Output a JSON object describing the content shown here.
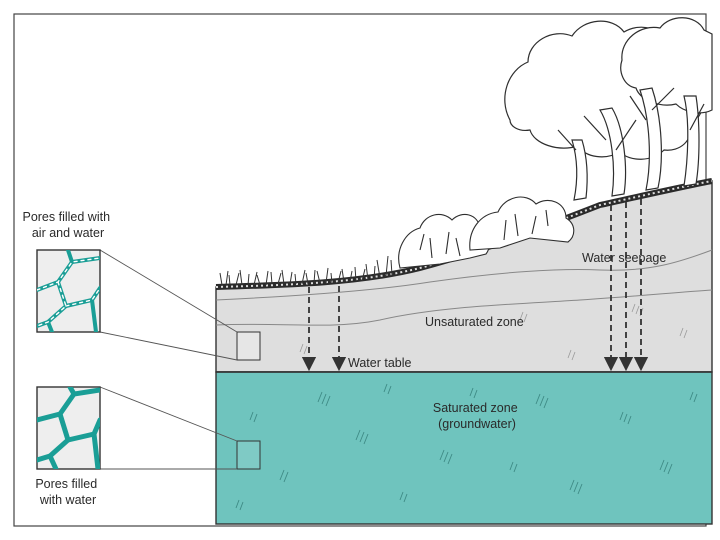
{
  "labels": {
    "pores_air_water": [
      "Pores filled with",
      "air and water"
    ],
    "pores_water": [
      "Pores filled",
      "with water"
    ],
    "water_seepage": "Water seepage",
    "unsaturated_zone": "Unsaturated zone",
    "water_table": "Water table",
    "saturated_zone": [
      "Saturated zone",
      "(groundwater)"
    ]
  },
  "colors": {
    "groundwater": "#6fc4be",
    "soil": "#dedede",
    "pore_fill": "#1a9e96",
    "outline": "#3a3a3a"
  }
}
